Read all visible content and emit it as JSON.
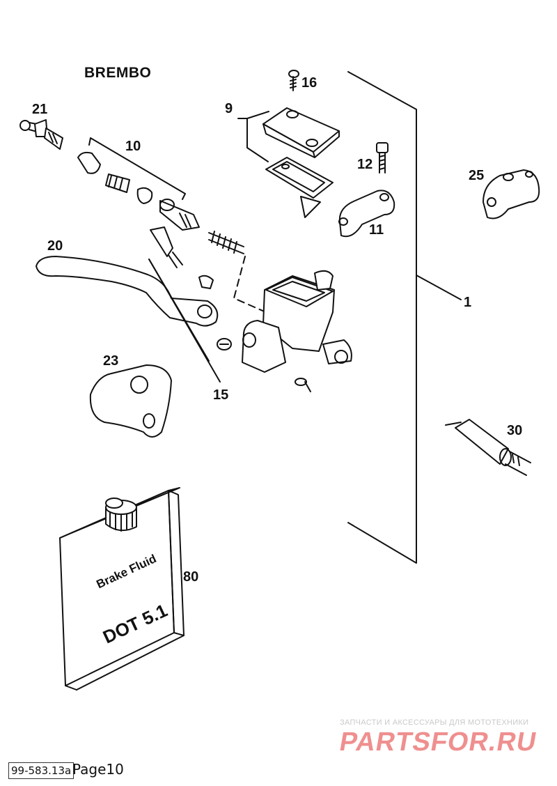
{
  "header": {
    "brand": "BREMBO"
  },
  "parts": [
    {
      "id": "1",
      "label": "1"
    },
    {
      "id": "9",
      "label": "9"
    },
    {
      "id": "10",
      "label": "10"
    },
    {
      "id": "11",
      "label": "11"
    },
    {
      "id": "12",
      "label": "12"
    },
    {
      "id": "15",
      "label": "15"
    },
    {
      "id": "16",
      "label": "16"
    },
    {
      "id": "20",
      "label": "20"
    },
    {
      "id": "21",
      "label": "21"
    },
    {
      "id": "23",
      "label": "23"
    },
    {
      "id": "25",
      "label": "25"
    },
    {
      "id": "30",
      "label": "30"
    },
    {
      "id": "80",
      "label": "80"
    }
  ],
  "fluid_bottle": {
    "line1": "Brake Fluid",
    "line2": "DOT 5.1"
  },
  "watermark": {
    "tagline": "ЗАПЧАСТИ И АКСЕССУАРЫ ДЛЯ МОТОТЕХНИКИ",
    "logo": "PARTSFOR.RU",
    "color": "#ef8f8f"
  },
  "footer": {
    "code": "99-583.13a",
    "page": "Page10"
  }
}
